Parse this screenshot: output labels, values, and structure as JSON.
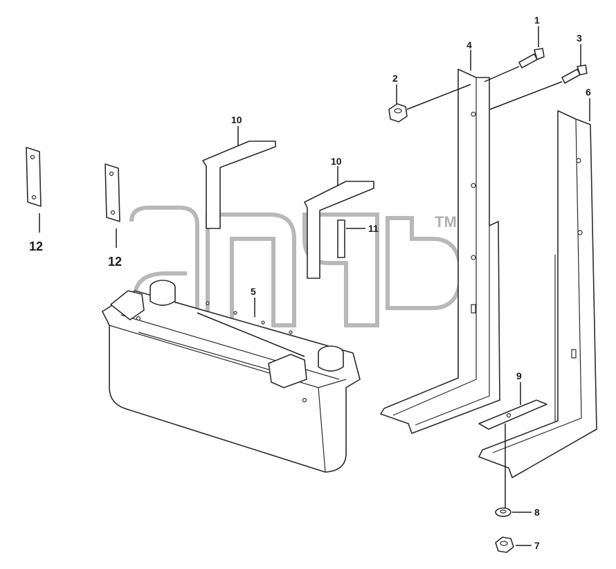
{
  "watermark": {
    "trademark": "TM"
  },
  "callouts": {
    "c1": "1",
    "c2": "2",
    "c3": "3",
    "c4": "4",
    "c5": "5",
    "c6": "6",
    "c7": "7",
    "c8": "8",
    "c9": "9",
    "c10a": "10",
    "c10b": "10",
    "c11": "11",
    "c12a": "12",
    "c12b": "12"
  }
}
